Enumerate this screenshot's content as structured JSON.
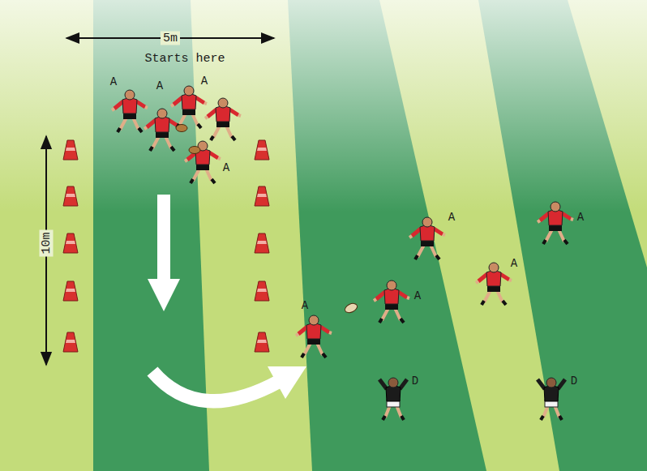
{
  "diagram": {
    "labels": [
      "5m",
      "Starts here",
      "A",
      "A",
      "A",
      "A",
      "10m",
      "A",
      "A",
      "A",
      "A",
      "A",
      "D",
      "D"
    ]
  }
}
